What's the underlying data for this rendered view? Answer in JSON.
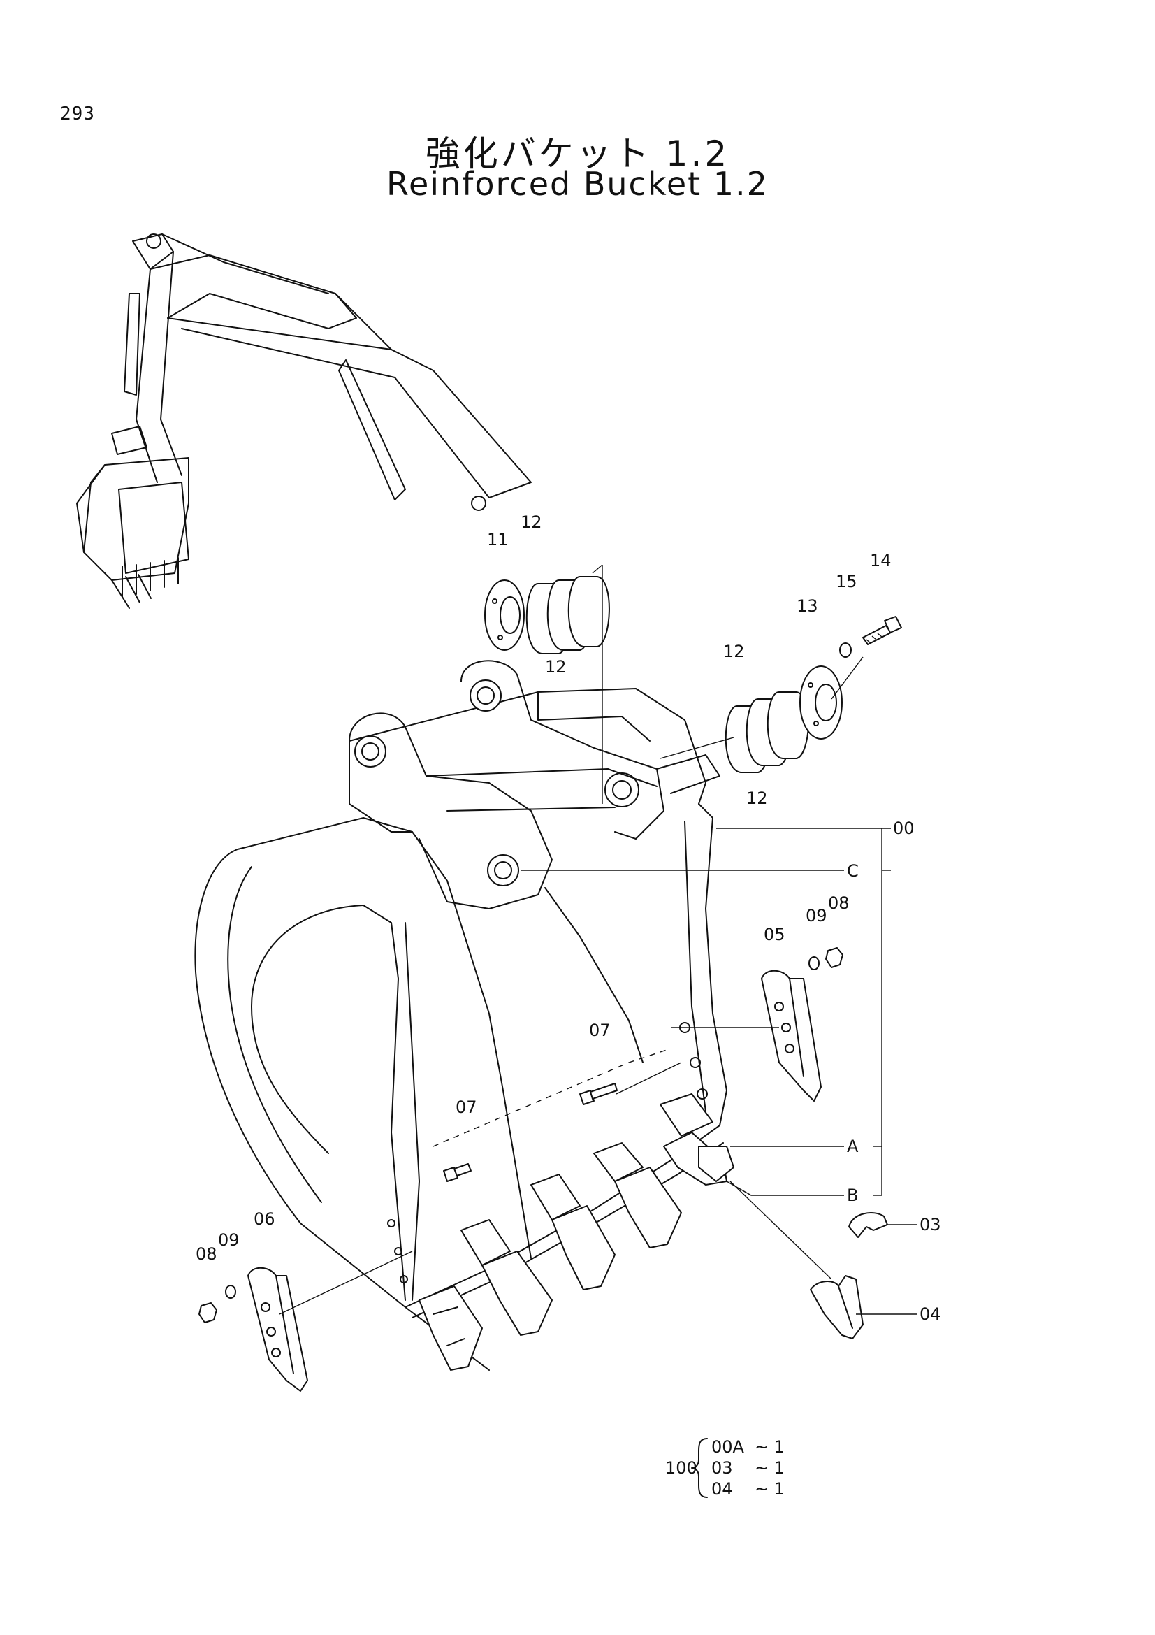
{
  "page_number": "293",
  "title_ja": "強化バケット 1.2",
  "title_en": "Reinforced Bucket 1.2",
  "callouts": [
    "11",
    "12",
    "12",
    "12",
    "12",
    "13",
    "14",
    "15",
    "00",
    "C",
    "09",
    "08",
    "05",
    "07",
    "07",
    "A",
    "B",
    "03",
    "04",
    "06",
    "08",
    "09"
  ],
  "kit": {
    "number": "100",
    "items": [
      {
        "code": "00A",
        "qty": "~ 1"
      },
      {
        "code": "03",
        "qty": "~ 1"
      },
      {
        "code": "04",
        "qty": "~ 1"
      }
    ]
  }
}
